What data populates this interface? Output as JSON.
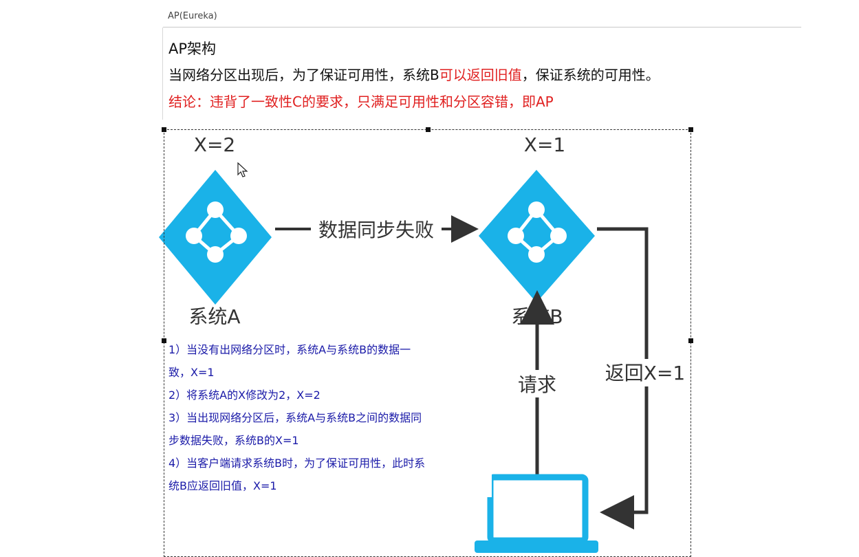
{
  "document": {
    "title": "AP(Eureka)",
    "heading": "AP架构",
    "line1": {
      "part1": "当网络分区出现后，为了保证可用性，系统B",
      "highlight": "可以返回旧值",
      "part2": "，保证系统的可用性。"
    },
    "line2": "结论：违背了一致性C的要求，只满足可用性和分区容错，即AP"
  },
  "diagram": {
    "node_a": {
      "value": "X=2",
      "label": "系统A"
    },
    "node_b": {
      "value": "X=1",
      "label": "系统B"
    },
    "sync_label": "数据同步失败",
    "request_label": "请求",
    "return_label": "返回X=1",
    "node_icon": "network-node-icon",
    "client_icon": "laptop-icon",
    "colors": {
      "node": "#1ab2e8",
      "arrow": "#333333",
      "text": "#333333"
    }
  },
  "notes": [
    "1）当没有出网络分区时，系统A与系统B的数据一",
    "致，X=1",
    "2）将系统A的X修改为2，X=2",
    "3）当出现网络分区后，系统A与系统B之间的数据同",
    "步数据失败，系统B的X=1",
    "4）当客户端请求系统B时，为了保证可用性，此时系",
    "统B应返回旧值，X=1"
  ]
}
